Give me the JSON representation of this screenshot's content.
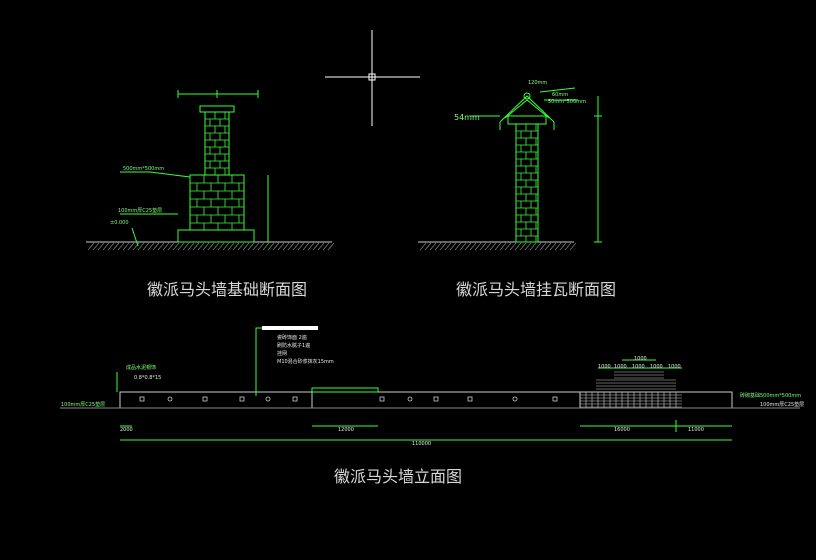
{
  "titles": {
    "foundation": "徽派马头墙基础断面图",
    "tile": "徽派马头墙挂瓦断面图",
    "elevation": "徽派马头墙立面图"
  },
  "foundation_labels": {
    "footing": "500mm*500mm",
    "cushion": "100mm厚C25垫层",
    "grade": "±0.000"
  },
  "tile_labels": {
    "width": "54mm",
    "top": "120mm",
    "eave1": "60mm",
    "eave2": "50mm*500mm"
  },
  "elevation_labels": {
    "note1": "瓷砖饰面 2遍",
    "note2": "刷防水腻子1遍",
    "note3": "挂网",
    "note4": "M10混合砂浆抹灰15mm",
    "cap_note1": "成品水泥帽饰",
    "cap_note2": "0.8*0.8*15",
    "left_tag": "100mm厚C25垫层",
    "right_tag1": "砖砌基础500mm*500mm",
    "right_tag2": "100mm厚C25垫层",
    "dim_left": "2000",
    "dim_mid": "12000",
    "dim_total": "110000",
    "dim_r1": "16000",
    "dim_r2": "11000",
    "step_dims": [
      "1000",
      "1000",
      "1000",
      "1000",
      "1000"
    ],
    "top_dim": "1000"
  },
  "colors": {
    "line": "#38ff38",
    "text": "#e8e8e8",
    "cross": "#ffffff"
  }
}
